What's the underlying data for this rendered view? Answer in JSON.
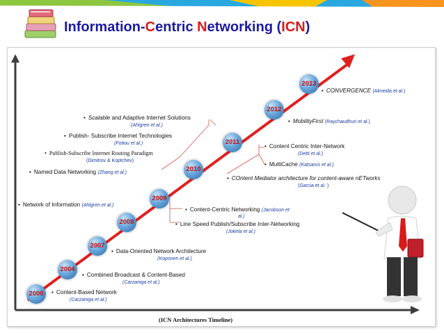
{
  "title": {
    "part1": "Information-",
    "part2": "C",
    "part3": "entric ",
    "part4": "N",
    "part5": "etworking (",
    "part6": "ICN",
    "part7": ")"
  },
  "axis_label": "(ICN Architectures Timeline)",
  "years": [
    "2000",
    "2004",
    "2007",
    "2008",
    "2009",
    "2010",
    "2011",
    "2012",
    "2013"
  ],
  "entries": {
    "content_based": {
      "title": "Content-Based Network",
      "cite": "(Carzaniga et al.)"
    },
    "combined": {
      "title": "Combined Broadcast & Content-Based",
      "cite": "(Carzaniga et al.)"
    },
    "data_oriented": {
      "title": "Data-Oriented Network Architecture",
      "cite": "(Koponen et al.)"
    },
    "network_info": {
      "title": "Network of Information",
      "cite": "(Ahlgren et al.)"
    },
    "ccn_jacobson": {
      "title": "Content-Centric Networking",
      "cite1": "(Jacobson et",
      "cite2": "al.)"
    },
    "line_speed": {
      "title": "Line Speed Publish/Subscribe Inter-Networking",
      "cite": "(Jokela et al.)"
    },
    "ndn": {
      "title": "Named Data Networking",
      "cite": "(Zhang et al.)"
    },
    "psirp": {
      "title": "Publish-Subscribe Internet Routing Paradigm",
      "cite": "(Dimitrov & Koptchev)"
    },
    "pursuit": {
      "title": "Publish- Subscribe Internet Technologies",
      "cite": "(Fotiou et al.)"
    },
    "sail": {
      "title_italic": "Scalable",
      "title_rest": " and Adaptive Internet Solutions",
      "cite": "(Ahlgren et al.)"
    },
    "cci": {
      "title": "Content Centric Inter-Network",
      "cite": "(Detti et al.)"
    },
    "multicache": {
      "title": "MultiCache",
      "cite": "(Katsaros et al.)"
    },
    "conet": {
      "title": "COntent Mediator architecture for content-aware nETworks",
      "cite": "(Garcia et al. )"
    },
    "mobilityfirst": {
      "title": "MobilityFirst",
      "cite": "(Raychaudhuri  et al.)"
    },
    "convergence": {
      "title": "CONVERGENCE",
      "cite": "(Almeida et al.)"
    }
  },
  "colors": {
    "accent": "#1a1aa0",
    "title_red": "#d81b1b",
    "timeline": "#e02020",
    "citation": "#1a3aa0",
    "top_band_green": "#8dc63f",
    "top_band_blue": "#29a8e0",
    "top_band_yellow": "#f7c500",
    "top_band_orange": "#f7941d"
  },
  "icons": [
    "books-icon",
    "presenter-figure-icon"
  ]
}
